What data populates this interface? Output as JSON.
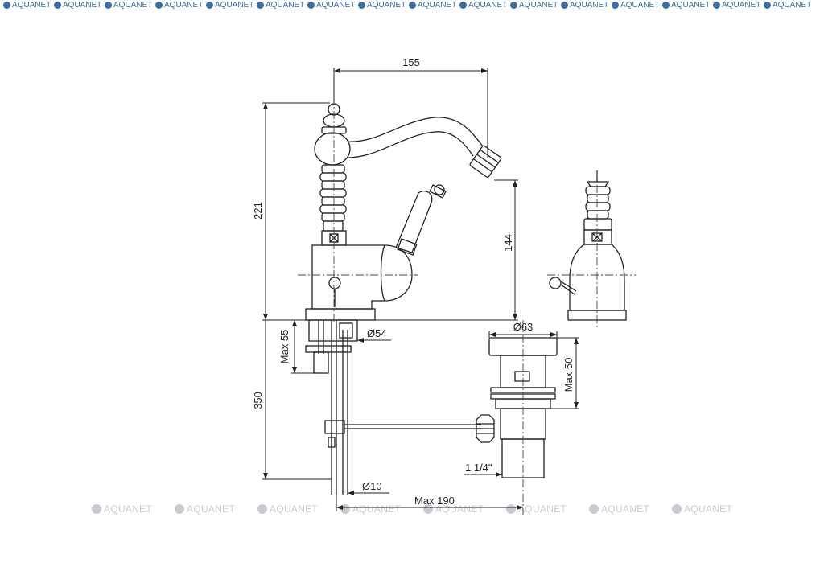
{
  "watermark": {
    "text": "AQUANET",
    "icon": "aquanet-logo-icon"
  },
  "dimensions": {
    "d155": "155",
    "d221": "221",
    "d144": "144",
    "d54": "Ø54",
    "d63": "Ø63",
    "max55": "Max 55",
    "max50": "Max 50",
    "d350": "350",
    "thread": "1 1/4\"",
    "d10": "Ø10",
    "max190": "Max 190"
  },
  "colors": {
    "line": "#222222",
    "watermark_top": "#3a6ea5",
    "watermark_bottom": "#c8ccd2"
  }
}
